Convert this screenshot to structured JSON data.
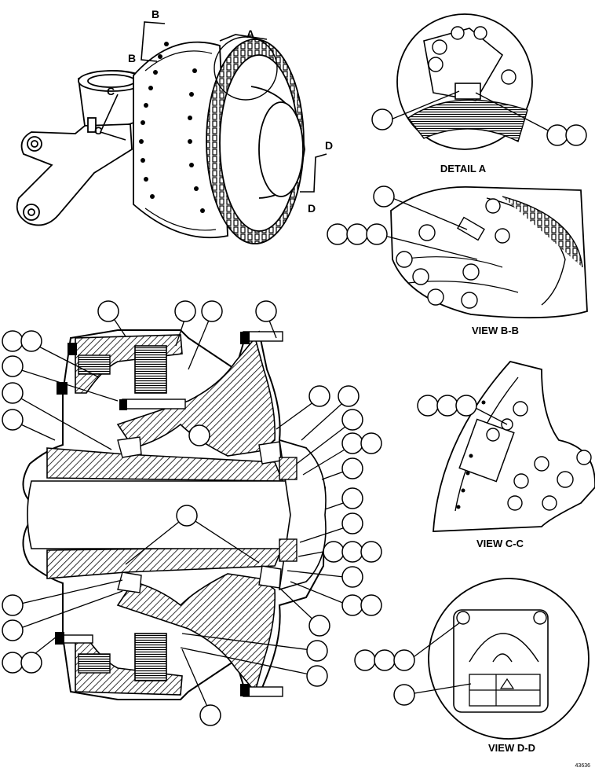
{
  "views": {
    "detail_a": "DETAIL A",
    "view_bb": "VIEW B-B",
    "view_cc": "VIEW C-C",
    "view_dd": "VIEW D-D"
  },
  "section_letters": {
    "a": "A",
    "b": "B",
    "c": "C",
    "d": "D"
  },
  "figure_code": "43636"
}
